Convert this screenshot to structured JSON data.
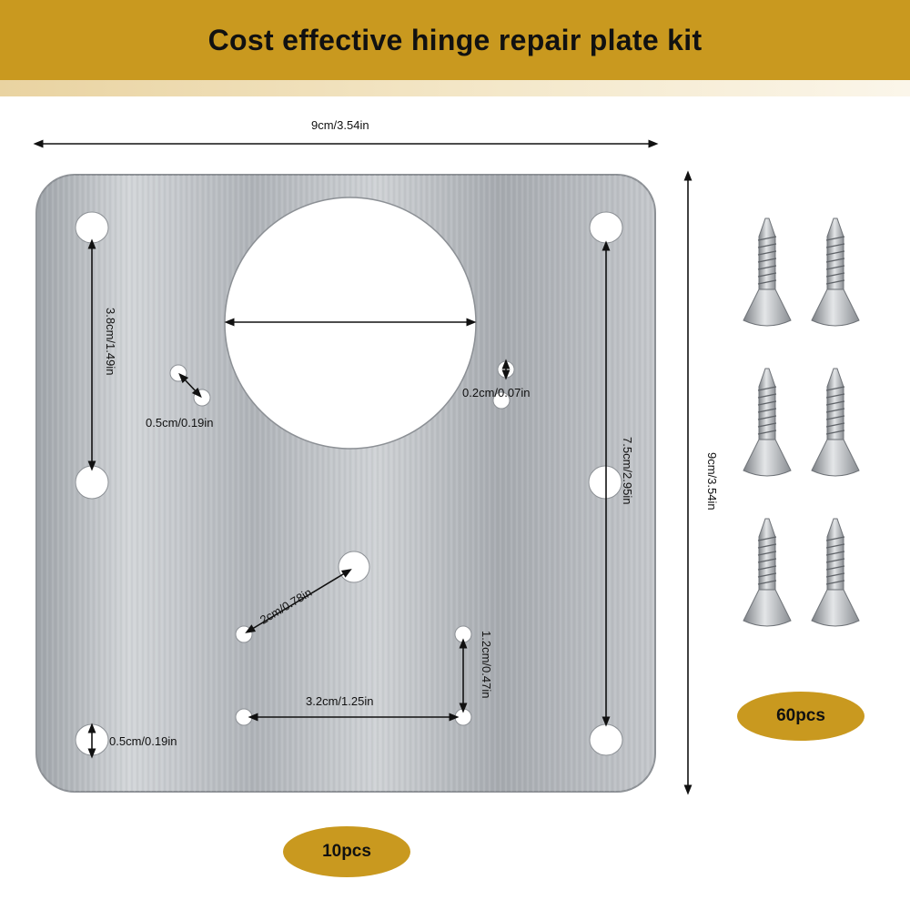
{
  "banner": {
    "title": "Cost effective hinge repair plate kit"
  },
  "dimensions": {
    "top_width": "9cm/3.54in",
    "right_height": "9cm/3.54in",
    "inner_height": "7.5cm/2.95in",
    "left_spacing": "3.8cm/1.49in",
    "slot_diag": "0.5cm/0.19in",
    "small_hole": "0.2cm/0.07in",
    "center_diag": "2cm/0.78in",
    "bottom_spacing": "3.2cm/1.25in",
    "vertical_small": "1.2cm/0.47in",
    "corner_hole": "0.5cm/0.19in"
  },
  "badges": {
    "plates": "10pcs",
    "screws": "60pcs"
  },
  "colors": {
    "accent": "#c9991f",
    "plate": "#b8bcc1"
  }
}
